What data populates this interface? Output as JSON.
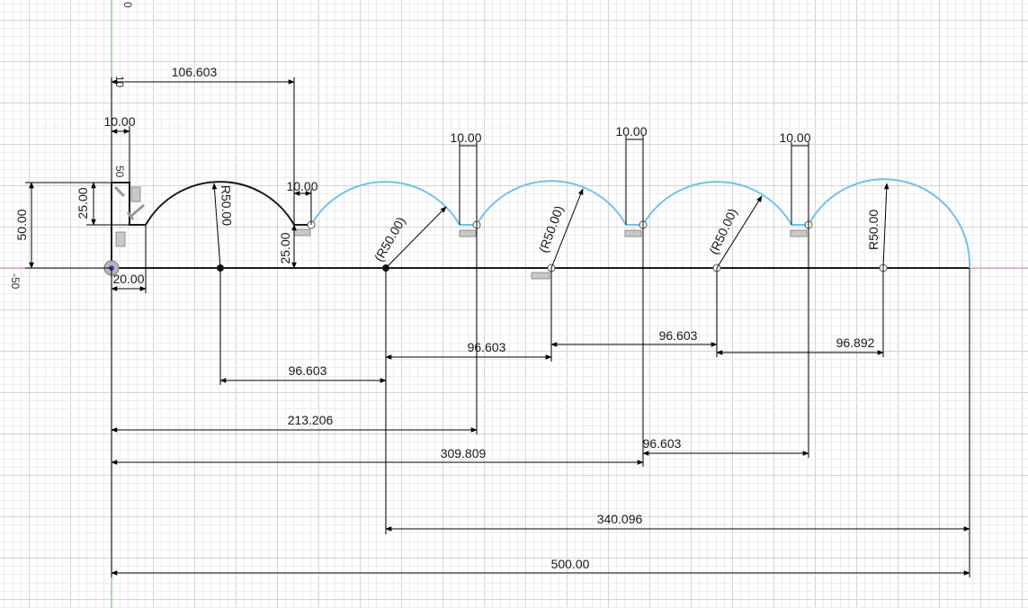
{
  "rulers": {
    "top_mark": "0",
    "left_mark": "-50",
    "mark_10": "10",
    "mark_50": "50"
  },
  "dimensions": {
    "d_106_603": "106.603",
    "d_10_a": "10.00",
    "d_10_b": "10.00",
    "d_10_c": "10.00",
    "d_10_d": "10.00",
    "d_10_e": "10.00",
    "d_50_left": "50.00",
    "d_25_left": "25.00",
    "d_25_mid": "25.00",
    "d_20": "20.00",
    "r_first": "R50.00",
    "r_ref_1": "(R50.00)",
    "r_ref_2": "(R50.00)",
    "r_ref_3": "(R50.00)",
    "r_last": "R50.00",
    "spacing_1": "96.603",
    "spacing_2": "96.603",
    "spacing_3": "96.603",
    "spacing_4": "96.892",
    "spacing_5": "96.603",
    "total_213": "213.206",
    "total_309": "309.809",
    "total_340": "340.096",
    "total_500": "500.00"
  },
  "colors": {
    "grid_minor": "#ececec",
    "grid_major": "#d4d4d4",
    "axis_x": "#f08080",
    "axis_y": "#5fd35f",
    "sketch_black": "#1a1a1a",
    "sketch_blue": "#6ec3e8"
  },
  "icons": {
    "origin": "origin-icon",
    "constraint": "horizontal-constraint-icon",
    "perpendicular": "perpendicular-constraint-icon"
  }
}
